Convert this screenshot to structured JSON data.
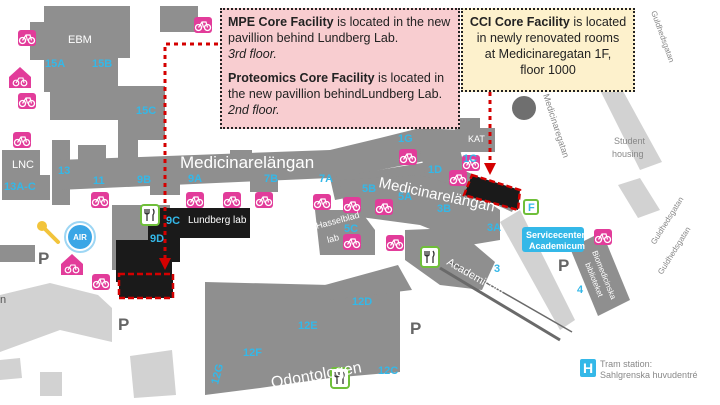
{
  "callouts": {
    "mpe": {
      "para1_bold": "MPE Core Facility",
      "para1_text": " is located in the new pavillion behind Lundberg Lab.",
      "para1_floor": "3rd floor.",
      "para2_bold": "Proteomics Core Facility",
      "para2_text": " is located in the new pavillion behindLundberg Lab.",
      "para2_floor": "2nd floor."
    },
    "cci": {
      "bold": "CCI Core Facility",
      "line1": " is located in newly renovated rooms",
      "line2": "at  Medicinaregatan 1F,",
      "line3": "floor 1000"
    }
  },
  "labels": {
    "ebm": "EBM",
    "b15a": "15A",
    "b15b": "15B",
    "b15c": "15C",
    "lnc": "LNC",
    "b13": "13",
    "b13ac": "13A-C",
    "b11": "11",
    "b9b": "9B",
    "b9a": "9A",
    "b7b": "7B",
    "b7a": "7A",
    "b9c": "9C",
    "b9d": "9D",
    "lundberg": "Lundberg lab",
    "medicinarelangan_west": "Medicinarelängan",
    "medicinarelangan_east": "Medicinarelängan",
    "b1g": "1G",
    "kat": "KAT",
    "b1c": "1C",
    "b1d": "1D",
    "b1f": "F",
    "b5b": "5B",
    "b5a": "5A",
    "b3b": "3B",
    "b3a": "3A",
    "b5c": "5C",
    "hasselblad1": "Hasselblad",
    "hasselblad2": "lab",
    "servicecenter1": "Servicecenter",
    "servicecenter2": "Academicum",
    "academicum": "Academicum",
    "b3": "3",
    "b4": "4",
    "biomed1": "Biomedicinska",
    "biomed2": "biblioteket",
    "medicinaregatan": "Medicinaregatan",
    "guldhedsgatan_top": "Guldhedsgatan",
    "guldhedsgatan_mid": "Guldhedsgatan",
    "guldhedsgatan_low": "Guldhedsgatan",
    "student1": "Student",
    "student2": "housing",
    "b12d": "12D",
    "b12e": "12E",
    "b12f": "12F",
    "b12g": "12G",
    "b12c": "12C",
    "odontologen": "Odontologen",
    "air": "AIR",
    "edge_n": "n"
  },
  "parking": {
    "p": "P"
  },
  "tram": {
    "icon_letter": "H",
    "line1": "Tram station:",
    "line2": "Sahlgrenska huvudentré"
  },
  "colors": {
    "building": "#8f8f8f",
    "building_light": "#d2d2d2",
    "label_blue": "#34b8e8",
    "bike_pink": "#e23c9a",
    "highlight_red": "#d40000",
    "mpe_fill": "#f8cdd0",
    "cci_fill": "#fdf1cc",
    "restaurant_green": "#6fbf3a"
  }
}
